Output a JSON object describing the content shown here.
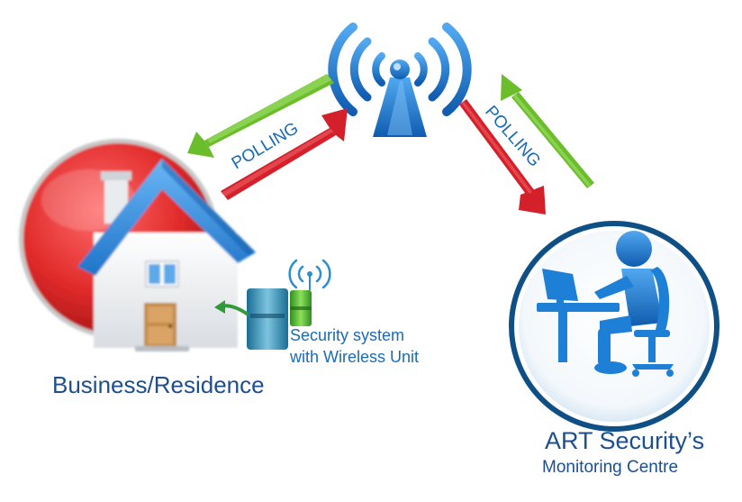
{
  "diagram": {
    "polling_left": "POLLING",
    "polling_right": "POLLING",
    "business_label": "Business/Residence",
    "security_line1": "Security system",
    "security_line2": "with Wireless Unit",
    "art_label": "ART Security’s",
    "monitoring_label": "Monitoring Centre"
  },
  "colors": {
    "red_arrow": "#d3202a",
    "green_arrow": "#6cbd2b",
    "blue": "#1d7fd6",
    "dark_blue_text": "#1d4f8f",
    "red_circle": "#e33030",
    "roof": "#2f8fe0"
  },
  "icons": {
    "tower": "wireless-tower-icon",
    "house": "house-icon",
    "panel": "security-panel-icon",
    "operator": "operator-at-desk-icon"
  }
}
